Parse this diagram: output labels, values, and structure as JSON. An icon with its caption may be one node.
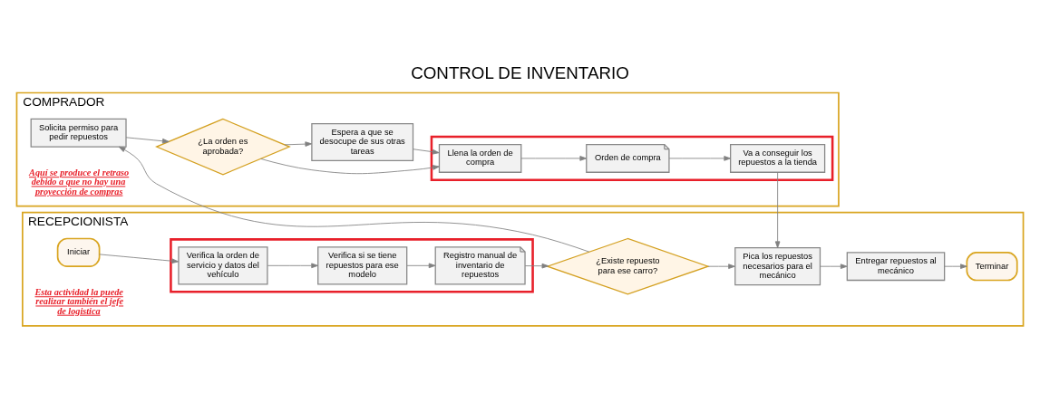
{
  "diagram": {
    "title": "CONTROL DE INVENTARIO",
    "nodes": [
      {
        "text": [
          "RECEPCIONISTA"
        ]
      },
      {
        "text": [],
        "shape": "box",
        "in": 0
      },
      {
        "text": [
          "Iniciar"
        ],
        "in": 0
      },
      {
        "text": [
          "Verifica la orden de servicio y datos del vehículo"
        ],
        "in": 1
      },
      {
        "text": [
          "Verifica si se tiene repuestos para ese modelo"
        ],
        "in": 1
      },
      {
        "text": [
          "Registro manual de inventario de repuestos"
        ],
        "in": 1
      },
      {
        "text": [
          "¿Existe repuesto para ese carro?"
        ],
        "in": 0
      },
      {
        "text": [
          "Pica los repuestos necesarios para el mecánico"
        ],
        "in": 0
      },
      {
        "text": [
          "Entregar repuestos al mecánico"
        ],
        "in": 0
      },
      {
        "text": [
          "Terminar"
        ],
        "in": 0
      },
      {
        "text": [
          "COMPRADOR"
        ]
      },
      {
        "text": [
          "Solicita permiso para pedir repuestos"
        ],
        "in": 10
      },
      {
        "text": [
          "¿La orden es aprobada?"
        ],
        "in": 10
      },
      {
        "text": [],
        "shape": "box",
        "in": 10
      },
      {
        "text": [
          "Llena la orden de compra"
        ],
        "in": 13
      },
      {
        "text": [
          "Orden de compra"
        ],
        "in": 13
      },
      {
        "text": [
          "Va a conseguir los repuestos a la tienda"
        ],
        "in": 13
      },
      {
        "text": [
          "Espera a que se desocupe de sus otras tareas"
        ],
        "in": 10
      }
    ],
    "edges": [
      {
        "from": 2,
        "to": 3,
        "arrow": "to"
      },
      {
        "from": 3,
        "to": 4,
        "arrow": "to"
      },
      {
        "from": 4,
        "to": 5,
        "arrow": "to"
      },
      {
        "from": 5,
        "to": 6,
        "arrow": "to"
      },
      {
        "from": 6,
        "to": 7,
        "arrow": "to"
      },
      {
        "from": 6,
        "to": 11,
        "arrow": "to"
      },
      {
        "from": 7,
        "to": 8,
        "arrow": "to"
      },
      {
        "from": 8,
        "to": 9,
        "arrow": "to"
      },
      {
        "from": 11,
        "to": 12,
        "arrow": "to"
      },
      {
        "from": 12,
        "to": 14,
        "arrow": "to"
      },
      {
        "from": 12,
        "to": 17,
        "arrow": "to"
      },
      {
        "from": 17,
        "to": 14,
        "arrow": "to"
      },
      {
        "from": 14,
        "to": 15,
        "arrow": "to"
      },
      {
        "from": 15,
        "to": 16,
        "arrow": "to"
      },
      {
        "from": 16,
        "to": 7,
        "arrow": "to"
      }
    ],
    "labels": [
      "Esta actividad la puede realizar también el jefe de logistica",
      "Aquí se produce el retraso debido a que no hay una proyección de compras"
    ]
  }
}
